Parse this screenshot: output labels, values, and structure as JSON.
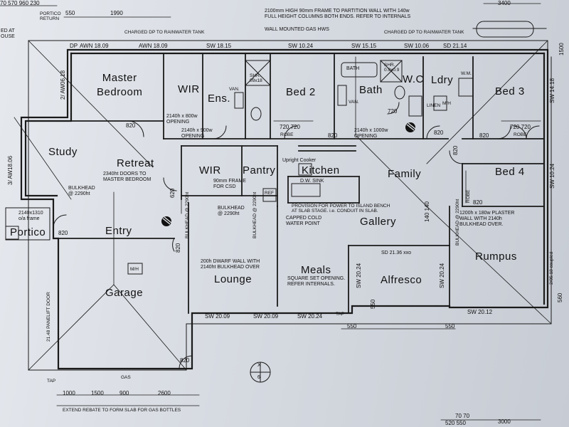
{
  "rooms": {
    "master_bedroom": "Master\nBedroom",
    "wir1": "WIR",
    "ens": "Ens.",
    "bed2": "Bed 2",
    "bath": "Bath",
    "wc": "W.C",
    "ldry": "Ldry",
    "bed3": "Bed 3",
    "study": "Study",
    "retreat": "Retreat",
    "wir2": "WIR",
    "pantry": "Pantry",
    "kitchen": "Kitchen",
    "family": "Family",
    "bed4": "Bed 4",
    "portico": "Portico",
    "entry": "Entry",
    "gallery": "Gallery",
    "garage": "Garage",
    "lounge": "Lounge",
    "meals": "Meals",
    "alfresco": "Alfresco",
    "rumpus": "Rumpus"
  },
  "notes": {
    "partition_frame": "2100mm HIGH 90mm FRAME TO PARTITION WALL WITH 140w\nFULL HEIGHT COLUMNS BOTH ENDS. REFER TO INTERNALS",
    "gas_hws": "WALL MOUNTED GAS HWS",
    "charged_dp_1": "CHARGED DP TO RAINWATER TANK",
    "charged_dp_2": "CHARGED DP TO RAINWATER TANK",
    "retreat_doors": "2340ht DOORS TO\nMASTER BEDROOM",
    "study_bulkhead": "BULKHEAD\n@ 2290ht",
    "portico_frame": "2140x1310\no/a frame",
    "wir_opening": "2140h x 800w\nOPENING",
    "opening_900": "2140h x 900w\nOPENING",
    "opening_1000": "2140h x 1000w\nOPENING",
    "upright_cooker": "Upright Cooker",
    "csd_frame": "90mm FRAME\nFOR CSD",
    "dw_sink": "D.W. SINK",
    "island_power": "PROVISION FOR POWER TO ISLAND BENCH\nAT SLAB STAGE. i.e. CONDUIT IN SLAB.",
    "cold_water": "CAPPED COLD\nWATER POINT",
    "entry_bulkhead": "BULKHEAD\n@ 2290ht",
    "dwarf_wall": "200h DWARF WALL WITH\n2140ht BULKHEAD OVER",
    "square_set": "SQUARE SET OPENING.\nREFER INTERNALS.",
    "plaster_wall": "1200h x 180w PLASTER\nWALL WITH 2140h\nBULKHEAD OVER.",
    "rumpus_bulkhead": "BULKHEAD\n@ 2290ht",
    "sd_2136": "SD 21.36 xxo",
    "panelift": "21.48 PANELIFT DOOR",
    "extend_rebate": "EXTEND REBATE TO FORM SLAB FOR GAS BOTTLES",
    "section_x": "X",
    "section_6": "6",
    "coupled": "2/05.18 coupled",
    "bath_label": "BATH",
    "shr1": "SHR.\n09x18",
    "shr2": "SHR.\n0.9x0.9",
    "van1": "VAN.",
    "van2": "VAN.",
    "linen": "LINEN",
    "robe1": "ROBE",
    "robe2": "ROBE",
    "robe3": "ROBE",
    "wm": "W.M.",
    "mh1": "M/H",
    "mh2": "M/H",
    "ref": "REF",
    "gas": "GAS",
    "tap1": "TAP",
    "tap2": "TAP",
    "portico_return": "PORTICO\nRETURN",
    "ed_at_house": "ED AT\nOUSE"
  },
  "windows": {
    "awn1809": "AWN 18.09",
    "dp_awn": "DP",
    "awn1809b": "AWN 18.09",
    "sw1815": "SW 18.15",
    "sw1024a": "SW 10.24",
    "sw1515": "SW 15.15",
    "sw1006": "SW 10.06",
    "sd2114": "SD 21.14",
    "awn0618": "2/ AW06.18",
    "aw1806": "3/ AW18.06",
    "sw1024b": "SW 10.24",
    "sw1418": "SW 14.18",
    "sw2009a": "SW 20.09",
    "sw2009b": "SW 20.09",
    "sw2024a": "SW 20.24",
    "sw2024b": "SW 20.24",
    "sw2024c": "SW 20.24",
    "sw2012": "SW 20.12"
  },
  "dims": {
    "top_1990": "1990",
    "top_550": "550",
    "top_370": "70 570 960 230",
    "top_3400": "3400",
    "d820a": "820",
    "d820b": "820",
    "d820c": "820",
    "d820d": "820",
    "d820e": "820",
    "d820f": "820",
    "d820g": "820",
    "d820h": "820",
    "d820i": "820",
    "d720a": "720 720",
    "d720b": "720 720",
    "d720c": "720",
    "d620": "620",
    "d140": "140 140",
    "d560": "560",
    "b1000": "1000",
    "b1500": "1500",
    "b900": "900",
    "b2600": "2600",
    "b550a": "550",
    "b550b": "550",
    "b550c": "550",
    "b520": "520 550",
    "b7070": "70 70",
    "b3000": "3000",
    "b1500r": "1500"
  }
}
